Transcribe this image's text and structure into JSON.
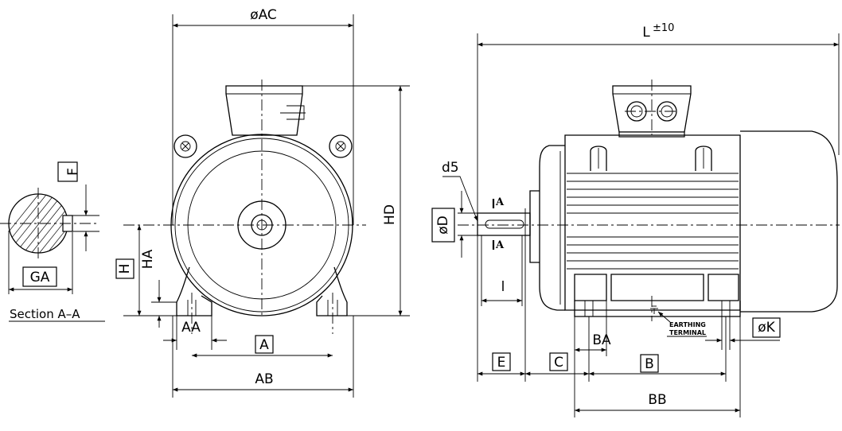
{
  "section_view": {
    "title": "Section  A–A",
    "labels": {
      "F": "F",
      "GA": "GA"
    }
  },
  "front_view": {
    "labels": {
      "AC": "øAC",
      "HD": "HD",
      "H": "H",
      "HA": "HA",
      "AA": "AA",
      "A": "A",
      "AB": "AB"
    }
  },
  "side_view": {
    "labels": {
      "L": "L",
      "L_tol": "±10",
      "d5": "d5",
      "D": "øD",
      "sec_A_top": "A",
      "sec_A_bottom": "A",
      "l": "l",
      "E": "E",
      "C": "C",
      "B": "B",
      "BA": "BA",
      "BB": "BB",
      "K": "øK",
      "earthing_1": "EARTHING",
      "earthing_2": "TERMINAL"
    }
  }
}
